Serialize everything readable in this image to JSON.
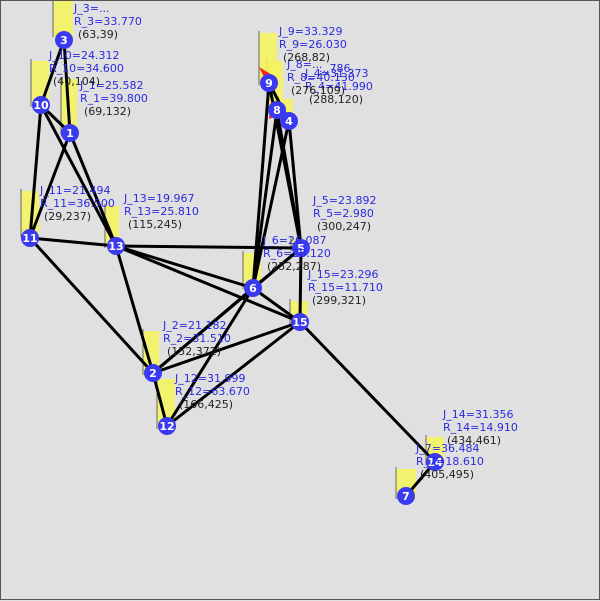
{
  "colors": {
    "background": "#e0e0e0",
    "edge": "#000000",
    "node_fill": "#3a3af0",
    "node_text": "#ffffff",
    "label_blue": "#2a2ae0",
    "label_dark": "#222222",
    "bar_fill": "#f5f55a",
    "marker_red": "#ff2020"
  },
  "nodes": [
    {
      "id": "1",
      "j": "J_1=25.582",
      "r": "R_1=39.800",
      "coord": "(69,132)"
    },
    {
      "id": "2",
      "j": "J_2=21.182",
      "r": "R_2=31.510",
      "coord": "(152,372)"
    },
    {
      "id": "3",
      "j": "J_3=...",
      "r": "R_3=33.770",
      "coord": "(63,39)"
    },
    {
      "id": "4",
      "j": "J_4=31.373",
      "r": "R_4=41.990",
      "coord": "(288,120)"
    },
    {
      "id": "5",
      "j": "J_5=23.892",
      "r": "R_5=2.980",
      "coord": "(300,247)"
    },
    {
      "id": "6",
      "j": "J_6=26.087",
      "r": "R_6=28.120",
      "coord": "(252,287)"
    },
    {
      "id": "7",
      "j": "J_7=36.484",
      "r": "R_7=18.610",
      "coord": "(405,495)"
    },
    {
      "id": "8",
      "j": "J_8=...",
      "r": "R_8=40.130",
      "coord": "(276,109)"
    },
    {
      "id": "9",
      "j": "J_9=33.329",
      "r": "R_9=26.030",
      "coord": "(268,82)"
    },
    {
      "id": "10",
      "j": "J_10=24.312",
      "r": "R_10=34.600",
      "coord": "(40,104)"
    },
    {
      "id": "11",
      "j": "J_11=21.494",
      "r": "R_11=36.500",
      "coord": "(29,237)"
    },
    {
      "id": "12",
      "j": "J_12=31.999",
      "r": "R_12=63.670",
      "coord": "(166,425)"
    },
    {
      "id": "13",
      "j": "J_13=19.967",
      "r": "R_13=25.810",
      "coord": "(115,245)"
    },
    {
      "id": "14",
      "j": "J_14=31.356",
      "r": "R_14=14.910",
      "coord": "(434,461)"
    },
    {
      "id": "15",
      "j": "J_15=23.296",
      "r": "R_15=11.710",
      "coord": "(299,321)"
    }
  ],
  "extra_texts": [
    "...786"
  ],
  "edges": [
    [
      "3",
      "10"
    ],
    [
      "3",
      "1"
    ],
    [
      "10",
      "1"
    ],
    [
      "10",
      "11"
    ],
    [
      "10",
      "13"
    ],
    [
      "1",
      "11"
    ],
    [
      "1",
      "13"
    ],
    [
      "11",
      "13"
    ],
    [
      "11",
      "2"
    ],
    [
      "13",
      "5"
    ],
    [
      "13",
      "6"
    ],
    [
      "13",
      "15"
    ],
    [
      "13",
      "2"
    ],
    [
      "9",
      "4"
    ],
    [
      "8",
      "4"
    ],
    [
      "9",
      "6"
    ],
    [
      "8",
      "6"
    ],
    [
      "4",
      "6"
    ],
    [
      "9",
      "5"
    ],
    [
      "8",
      "5"
    ],
    [
      "4",
      "5"
    ],
    [
      "5",
      "6"
    ],
    [
      "5",
      "15"
    ],
    [
      "5",
      "2"
    ],
    [
      "6",
      "15"
    ],
    [
      "6",
      "2"
    ],
    [
      "6",
      "12"
    ],
    [
      "2",
      "12"
    ],
    [
      "2",
      "15"
    ],
    [
      "15",
      "12"
    ],
    [
      "15",
      "14"
    ],
    [
      "14",
      "7"
    ]
  ]
}
